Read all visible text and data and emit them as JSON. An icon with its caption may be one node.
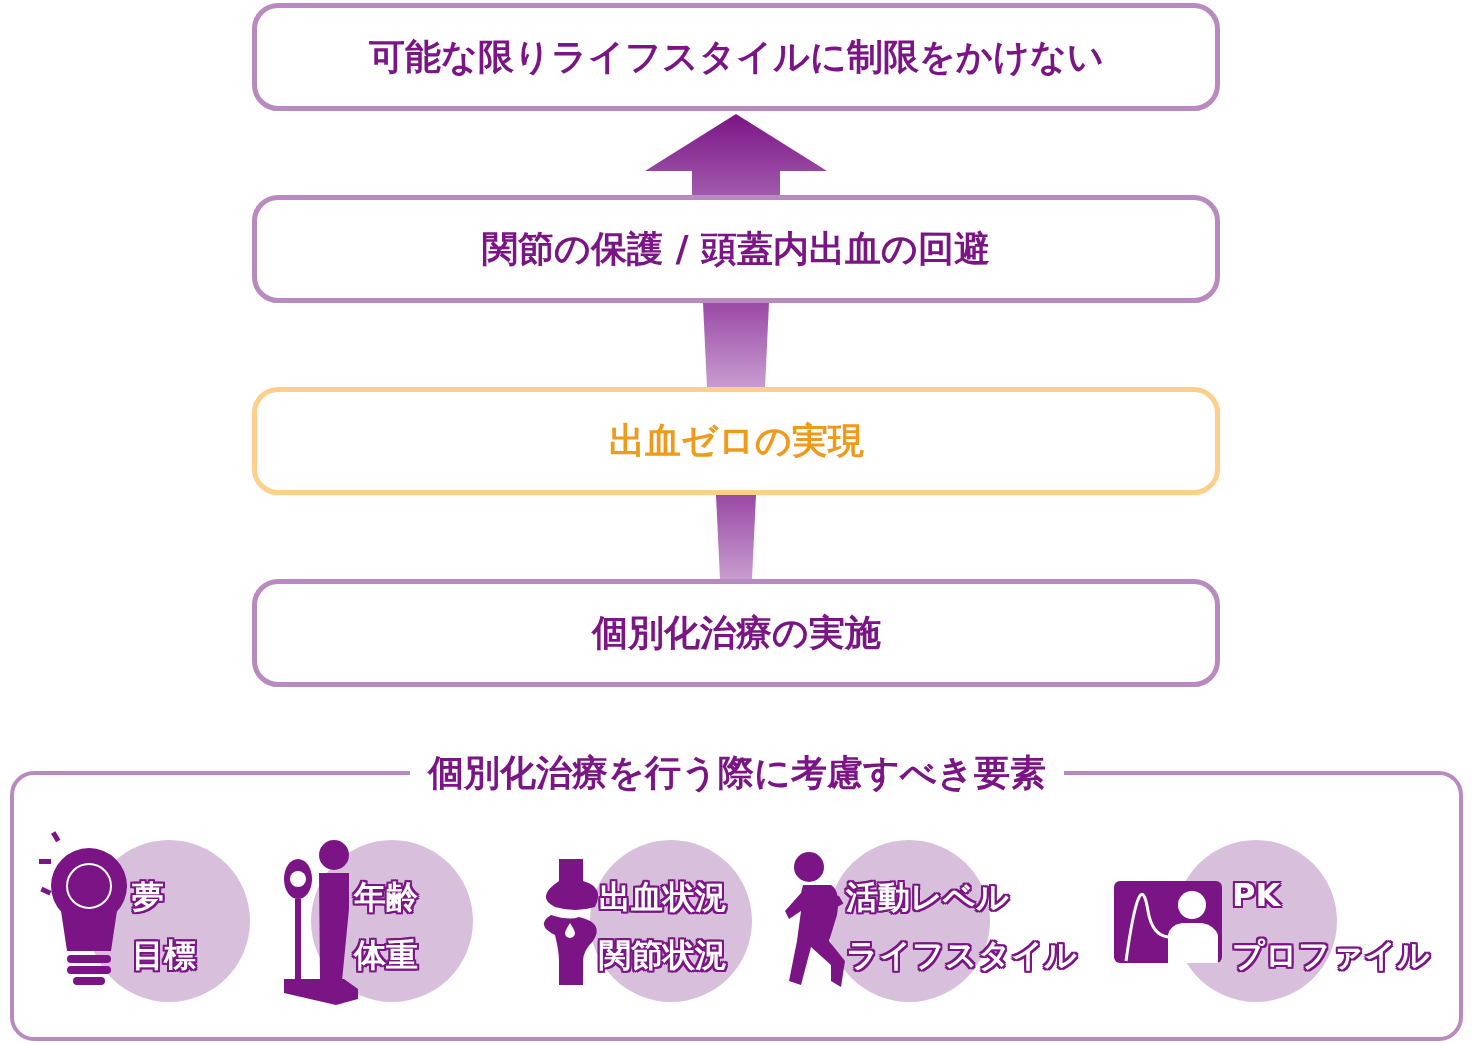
{
  "diagram": {
    "nodes": [
      {
        "text": [
          "可能な限りライフスタイルに制限をかけない"
        ]
      },
      {
        "text": [
          "関節の保護 / 頭蓋内出血の回避"
        ]
      },
      {
        "text": [
          "出血ゼロの実現"
        ]
      },
      {
        "text": [
          "個別化治療の実施"
        ]
      },
      {
        "text": [
          "個別化治療を行う際に考慮すべき要素"
        ]
      },
      {
        "text": [
          "夢",
          "目標"
        ],
        "in": 4
      },
      {
        "text": [
          "年齢",
          "体重"
        ],
        "in": 4
      },
      {
        "text": [
          "出血状況",
          "関節状況"
        ],
        "in": 4
      },
      {
        "text": [
          "活動レベル",
          "ライフスタイル"
        ],
        "in": 4
      },
      {
        "text": [
          "PK",
          "プロファイル"
        ],
        "in": 4
      }
    ],
    "edges": [
      {
        "from": 3,
        "to": 2,
        "arrow": "none"
      },
      {
        "from": 2,
        "to": 1,
        "arrow": "none"
      },
      {
        "from": 1,
        "to": 0,
        "arrow": "to"
      }
    ]
  }
}
